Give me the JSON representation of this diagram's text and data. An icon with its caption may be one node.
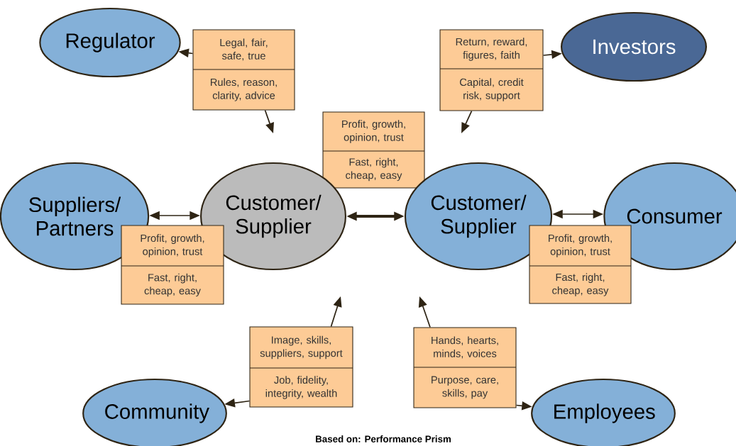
{
  "diagram": {
    "nodes": [
      {
        "text": [
          "Regulator"
        ]
      },
      {
        "text": [
          "Legal, fair, safe, true",
          "Rules, reason, clarity, advice"
        ]
      },
      {
        "text": [
          "Return, reward, figures, faith",
          "Capital, credit risk, support"
        ]
      },
      {
        "text": [
          "Investors"
        ]
      },
      {
        "text": [
          "Profit, growth, opinion, trust",
          "Fast, right, cheap, easy"
        ]
      },
      {
        "text": [
          "Suppliers/ Partners"
        ]
      },
      {
        "text": [
          "Customer/ Supplier"
        ]
      },
      {
        "text": [
          "Customer/ Supplier"
        ]
      },
      {
        "text": [
          "Consumer"
        ]
      },
      {
        "text": [
          "Profit, growth, opinion, trust",
          "Fast, right, cheap, easy"
        ]
      },
      {
        "text": [
          "Profit, growth, opinion, trust",
          "Fast, right, cheap, easy"
        ]
      },
      {
        "text": [
          "Image, skills, suppliers, support",
          "Job, fidelity, integrity, wealth"
        ]
      },
      {
        "text": [
          "Hands, hearts, minds, voices",
          "Purpose, care, skills, pay"
        ]
      },
      {
        "text": [
          "Community"
        ]
      },
      {
        "text": [
          "Employees"
        ]
      }
    ],
    "edges": [
      {
        "from": 1,
        "to": 0,
        "arrow": "to"
      },
      {
        "from": 1,
        "to": null,
        "arrow": "to"
      },
      {
        "from": 2,
        "to": 3,
        "arrow": "to"
      },
      {
        "from": 2,
        "to": null,
        "arrow": "to"
      },
      {
        "from": 5,
        "to": 6,
        "arrow": "both"
      },
      {
        "from": 6,
        "to": 7,
        "arrow": "both",
        "style": "thick"
      },
      {
        "from": 7,
        "to": 8,
        "arrow": "both"
      },
      {
        "from": 11,
        "to": null,
        "arrow": "to"
      },
      {
        "from": 11,
        "to": 13,
        "arrow": "to"
      },
      {
        "from": 12,
        "to": null,
        "arrow": "to"
      },
      {
        "from": 12,
        "to": 14,
        "arrow": "to"
      }
    ],
    "labels": [
      "Based on: Performance Prism"
    ]
  }
}
